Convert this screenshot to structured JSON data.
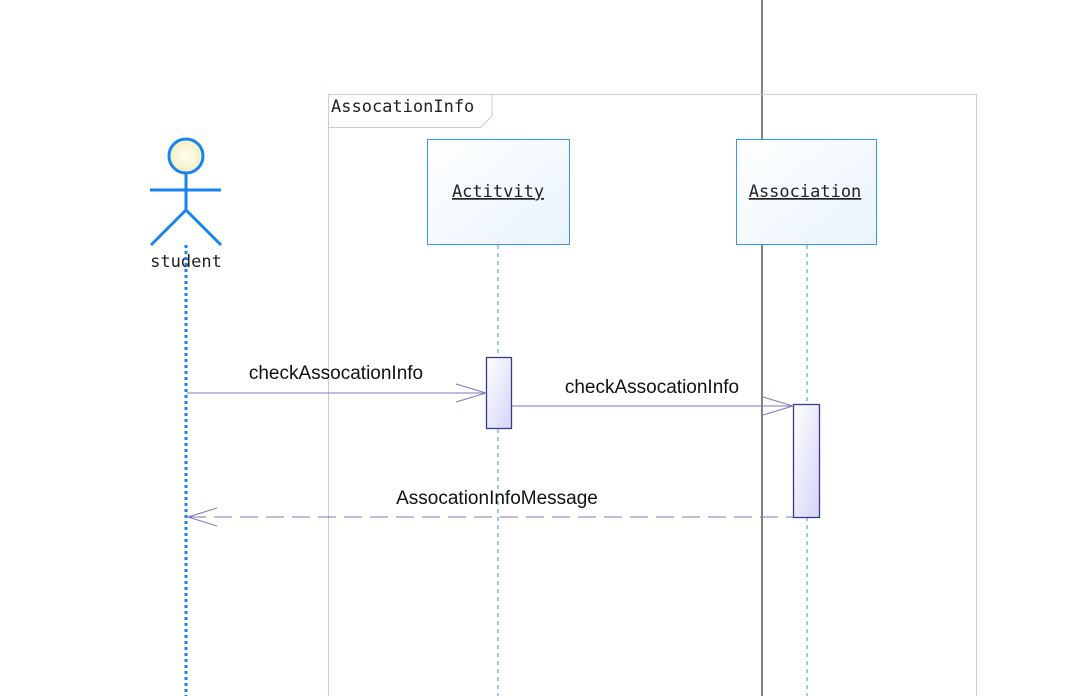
{
  "frame": {
    "label": "AssocationInfo"
  },
  "actor": {
    "name": "student"
  },
  "lifelines": [
    {
      "name": "Actitvity"
    },
    {
      "name": "Association"
    }
  ],
  "messages": [
    {
      "label": "checkAssocationInfo",
      "type": "sync"
    },
    {
      "label": "checkAssocationInfo",
      "type": "sync"
    },
    {
      "label": "AssocationInfoMessage",
      "type": "return"
    }
  ],
  "colors": {
    "actor": "#1a82f0",
    "frame": "#c8c8e8",
    "message": "#7a7ac0",
    "activation": "#3a3a8a"
  }
}
